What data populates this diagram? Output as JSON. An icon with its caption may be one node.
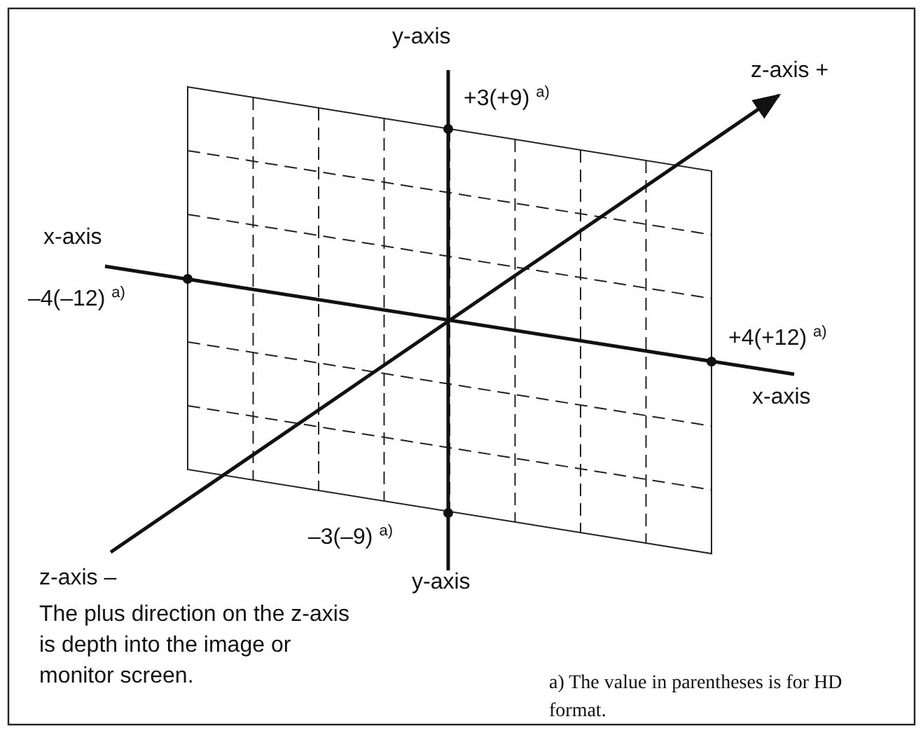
{
  "diagram": {
    "labels": [
      "y-axis",
      "+3(+9) $^{a)}$",
      "z-axis +",
      "x-axis",
      "–4(–12) $^{a)}$",
      "+4(+12) $^{a)}$",
      "x-axis",
      "–3(–9) $^{a)}$",
      "y-axis",
      "z-axis –",
      "The plus direction on the z-axis is depth into the image or monitor screen.",
      "a) The value in parentheses is for HD format."
    ]
  }
}
